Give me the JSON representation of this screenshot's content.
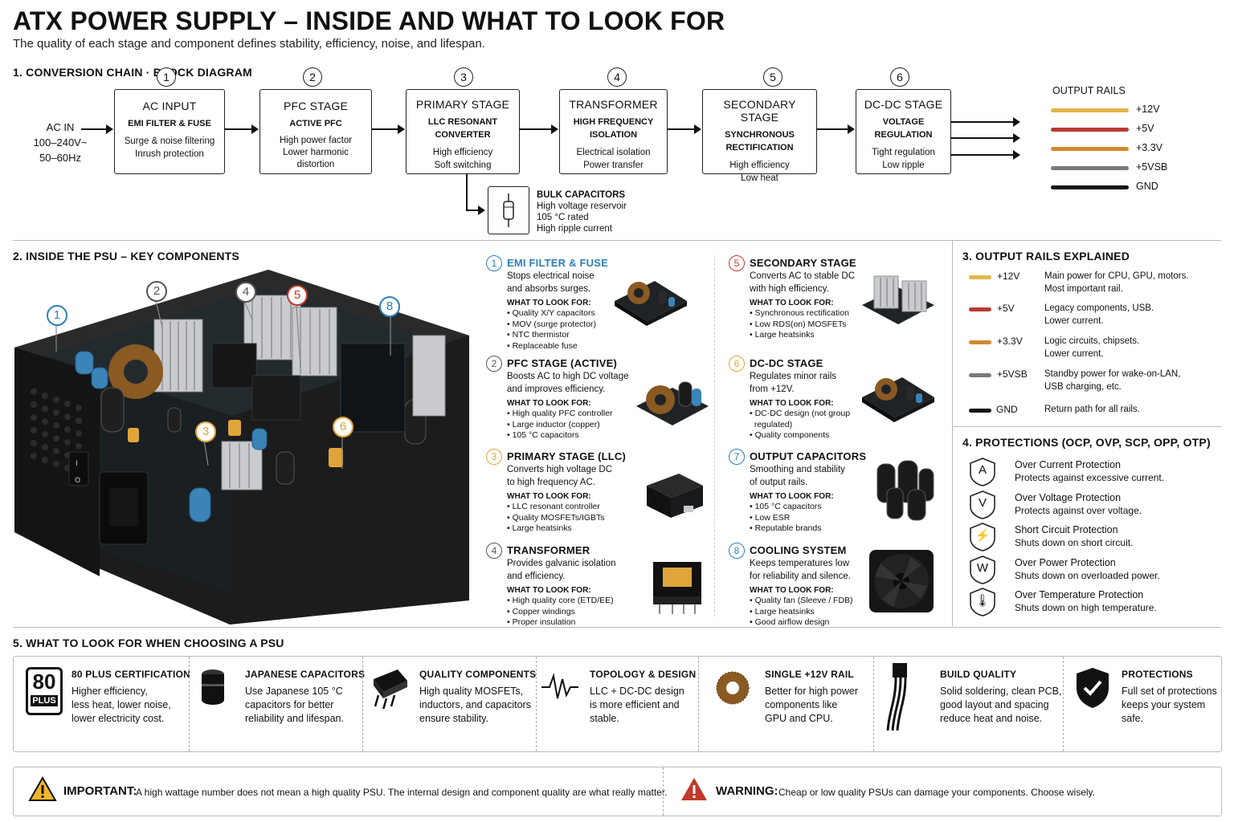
{
  "header": {
    "title": "ATX POWER SUPPLY – INSIDE AND WHAT TO LOOK FOR",
    "subtitle": "The quality of each stage and component defines stability, efficiency, noise, and lifespan."
  },
  "section1": {
    "title": "1. CONVERSION CHAIN · BLOCK DIAGRAM",
    "ac_in": {
      "label": "AC IN",
      "voltage": "100–240V~",
      "freq": "50–60Hz"
    },
    "stages": [
      {
        "num": "1",
        "title": "AC INPUT",
        "sub": "EMI FILTER & FUSE",
        "desc1": "Surge & noise filtering",
        "desc2": "Inrush protection",
        "desc3": ""
      },
      {
        "num": "2",
        "title": "PFC STAGE",
        "sub": "ACTIVE PFC",
        "desc1": "High power factor",
        "desc2": "Lower harmonic",
        "desc3": "distortion"
      },
      {
        "num": "3",
        "title": "PRIMARY STAGE",
        "sub": "LLC RESONANT",
        "sub2": "CONVERTER",
        "desc1": "High efficiency",
        "desc2": "Soft switching"
      },
      {
        "num": "4",
        "title": "TRANSFORMER",
        "sub": "HIGH FREQUENCY",
        "sub2": "ISOLATION",
        "desc1": "Electrical isolation",
        "desc2": "Power transfer"
      },
      {
        "num": "5",
        "title": "SECONDARY STAGE",
        "sub": "SYNCHRONOUS",
        "sub2": "RECTIFICATION",
        "desc1": "High efficiency",
        "desc2": "Low heat"
      },
      {
        "num": "6",
        "title": "DC-DC STAGE",
        "sub": "VOLTAGE",
        "sub2": "REGULATION",
        "desc1": "Tight regulation",
        "desc2": "Low ripple"
      }
    ],
    "bulk": {
      "title": "BULK CAPACITORS",
      "l1": "High voltage reservoir",
      "l2": "105 °C rated",
      "l3": "High ripple current"
    },
    "output_rails": {
      "title": "OUTPUT RAILS",
      "rails": [
        {
          "label": "+12V",
          "color": "#e2b648"
        },
        {
          "label": "+5V",
          "color": "#b83a33"
        },
        {
          "label": "+3.3V",
          "color": "#d08a2c"
        },
        {
          "label": "+5VSB",
          "color": "#7a7a7a"
        },
        {
          "label": "GND",
          "color": "#111111"
        }
      ]
    }
  },
  "section2": {
    "title": "2. INSIDE THE PSU – KEY COMPONENTS",
    "callouts": [
      "1",
      "2",
      "3",
      "4",
      "5",
      "6",
      "8"
    ],
    "components": [
      {
        "num": "1",
        "title": "EMI FILTER & FUSE",
        "d1": "Stops electrical noise",
        "d2": "and absorbs surges.",
        "look": "WHAT TO LOOK FOR:",
        "b": [
          "• Quality X/Y capacitors",
          "• MOV (surge protector)",
          "• NTC thermistor",
          "• Replaceable fuse"
        ],
        "color": "#2e7fb8"
      },
      {
        "num": "2",
        "title": "PFC STAGE (ACTIVE)",
        "d1": "Boosts AC to high DC voltage",
        "d2": "and improves efficiency.",
        "look": "WHAT TO LOOK FOR:",
        "b": [
          "• High quality PFC controller",
          "• Large inductor (copper)",
          "• 105 °C capacitors"
        ],
        "color": "#555555"
      },
      {
        "num": "3",
        "title": "PRIMARY STAGE (LLC)",
        "d1": "Converts high voltage DC",
        "d2": "to high frequency AC.",
        "look": "WHAT TO LOOK FOR:",
        "b": [
          "• LLC resonant controller",
          "• Quality MOSFETs/IGBTs",
          "• Large heatsinks"
        ],
        "color": "#e0a53a"
      },
      {
        "num": "4",
        "title": "TRANSFORMER",
        "d1": "Provides galvanic isolation",
        "d2": "and efficiency.",
        "look": "WHAT TO LOOK FOR:",
        "b": [
          "• High quality core (ETD/EE)",
          "• Copper windings",
          "• Proper insulation"
        ],
        "color": "#555555"
      },
      {
        "num": "5",
        "title": "SECONDARY STAGE",
        "d1": "Converts AC to stable DC",
        "d2": "with high efficiency.",
        "look": "WHAT TO LOOK FOR:",
        "b": [
          "• Synchronous rectification",
          "• Low RDS(on) MOSFETs",
          "• Large heatsinks"
        ],
        "color": "#c0392b"
      },
      {
        "num": "6",
        "title": "DC-DC STAGE",
        "d1": "Regulates minor rails",
        "d2": "from +12V.",
        "look": "WHAT TO LOOK FOR:",
        "b": [
          "• DC-DC design (not group",
          "  regulated)",
          "• Quality components"
        ],
        "color": "#e0a53a"
      },
      {
        "num": "7",
        "title": "OUTPUT CAPACITORS",
        "d1": "Smoothing and stability",
        "d2": "of output rails.",
        "look": "WHAT TO LOOK FOR:",
        "b": [
          "• 105 °C capacitors",
          "• Low ESR",
          "• Reputable brands"
        ],
        "color": "#2e7fb8"
      },
      {
        "num": "8",
        "title": "COOLING SYSTEM",
        "d1": "Keeps temperatures low",
        "d2": "for reliability and silence.",
        "look": "WHAT TO LOOK FOR:",
        "b": [
          "• Quality fan (Sleeve / FDB)",
          "• Large heatsinks",
          "• Good airflow design"
        ],
        "color": "#2e7fb8"
      }
    ]
  },
  "section3": {
    "title": "3. OUTPUT RAILS EXPLAINED",
    "rails": [
      {
        "label": "+12V",
        "color": "#e2b648",
        "d1": "Main power for CPU, GPU, motors.",
        "d2": "Most important rail."
      },
      {
        "label": "+5V",
        "color": "#b83a33",
        "d1": "Legacy components, USB.",
        "d2": "Lower current."
      },
      {
        "label": "+3.3V",
        "color": "#d08a2c",
        "d1": "Logic circuits, chipsets.",
        "d2": "Lower current."
      },
      {
        "label": "+5VSB",
        "color": "#7a7a7a",
        "d1": "Standby power for wake-on-LAN,",
        "d2": "USB charging, etc."
      },
      {
        "label": "GND",
        "color": "#111111",
        "d1": "Return path for all rails.",
        "d2": ""
      }
    ]
  },
  "section4": {
    "title": "4. PROTECTIONS (OCP, OVP, SCP, OPP, OTP)",
    "items": [
      {
        "icon": "A",
        "title": "Over Current Protection",
        "desc": "Protects against excessive current."
      },
      {
        "icon": "V",
        "title": "Over Voltage Protection",
        "desc": "Protects against over voltage."
      },
      {
        "icon": "⚡",
        "title": "Short Circuit Protection",
        "desc": "Shuts down on short circuit."
      },
      {
        "icon": "W",
        "title": "Over Power Protection",
        "desc": "Shuts down on overloaded power."
      },
      {
        "icon": "🌡",
        "title": "Over Temperature Protection",
        "desc": "Shuts down on high temperature."
      }
    ]
  },
  "section5": {
    "title": "5. WHAT TO LOOK FOR WHEN CHOOSING A PSU",
    "badge_big": "80",
    "badge_small": "PLUS",
    "items": [
      {
        "title": "80 PLUS CERTIFICATION",
        "l1": "Higher efficiency,",
        "l2": "less heat, lower noise,",
        "l3": "lower electricity cost."
      },
      {
        "title": "JAPANESE CAPACITORS",
        "l1": "Use Japanese 105 °C",
        "l2": "capacitors for better",
        "l3": "reliability and lifespan."
      },
      {
        "title": "QUALITY COMPONENTS",
        "l1": "High quality MOSFETs,",
        "l2": "inductors, and capacitors",
        "l3": "ensure stability."
      },
      {
        "title": "TOPOLOGY & DESIGN",
        "l1": "LLC + DC-DC design",
        "l2": "is more efficient and",
        "l3": "stable."
      },
      {
        "title": "SINGLE +12V RAIL",
        "l1": "Better for high power",
        "l2": "components like",
        "l3": "GPU and CPU."
      },
      {
        "title": "BUILD QUALITY",
        "l1": "Solid soldering, clean PCB,",
        "l2": "good layout and spacing",
        "l3": "reduce heat and noise."
      },
      {
        "title": "PROTECTIONS",
        "l1": "Full set of protections",
        "l2": "keeps your system",
        "l3": "safe."
      }
    ]
  },
  "footer": {
    "important_label": "IMPORTANT:",
    "important_text": "A high wattage number does not mean a high quality PSU. The internal design and component quality are what really matter.",
    "warning_label": "WARNING:",
    "warning_text": "Cheap or low quality PSUs can damage your components. Choose wisely."
  }
}
